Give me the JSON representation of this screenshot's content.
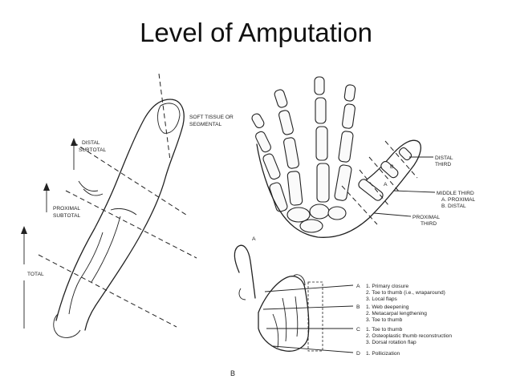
{
  "title": "Level of Amputation",
  "left_figure": {
    "labels": {
      "soft_tissue_1": "SOFT TISSUE OR",
      "soft_tissue_2": "SEGMENTAL",
      "distal_1": "DISTAL",
      "distal_2": "SUBTOTAL",
      "proximal_1": "PROXIMAL",
      "proximal_2": "SUBTOTAL",
      "total": "TOTAL"
    }
  },
  "hand_figure": {
    "labels": {
      "distal_1": "DISTAL",
      "distal_2": "THIRD",
      "middle": "MIDDLE THIRD",
      "middle_a": "A. PROXIMAL",
      "middle_b": "B. DISTAL",
      "proximal_1": "PROXIMAL",
      "proximal_2": "THIRD",
      "marker_a": "A",
      "marker_b": "B"
    }
  },
  "bottom_figure": {
    "panel_a": "A",
    "panel_b": "B",
    "levels": [
      {
        "letter": "A",
        "items": [
          "1. Primary closure",
          "2. Toe to thumb (i.e., wraparound)",
          "3. Local flaps"
        ]
      },
      {
        "letter": "B",
        "items": [
          "1. Web deepening",
          "2. Metacarpal lengthening",
          "3. Toe to thumb"
        ]
      },
      {
        "letter": "C",
        "items": [
          "1. Toe to thumb",
          "2. Osteoplastic thumb reconstruction",
          "3. Dorsal rotation flap"
        ]
      },
      {
        "letter": "D",
        "items": [
          "1. Pollicization"
        ]
      }
    ]
  }
}
